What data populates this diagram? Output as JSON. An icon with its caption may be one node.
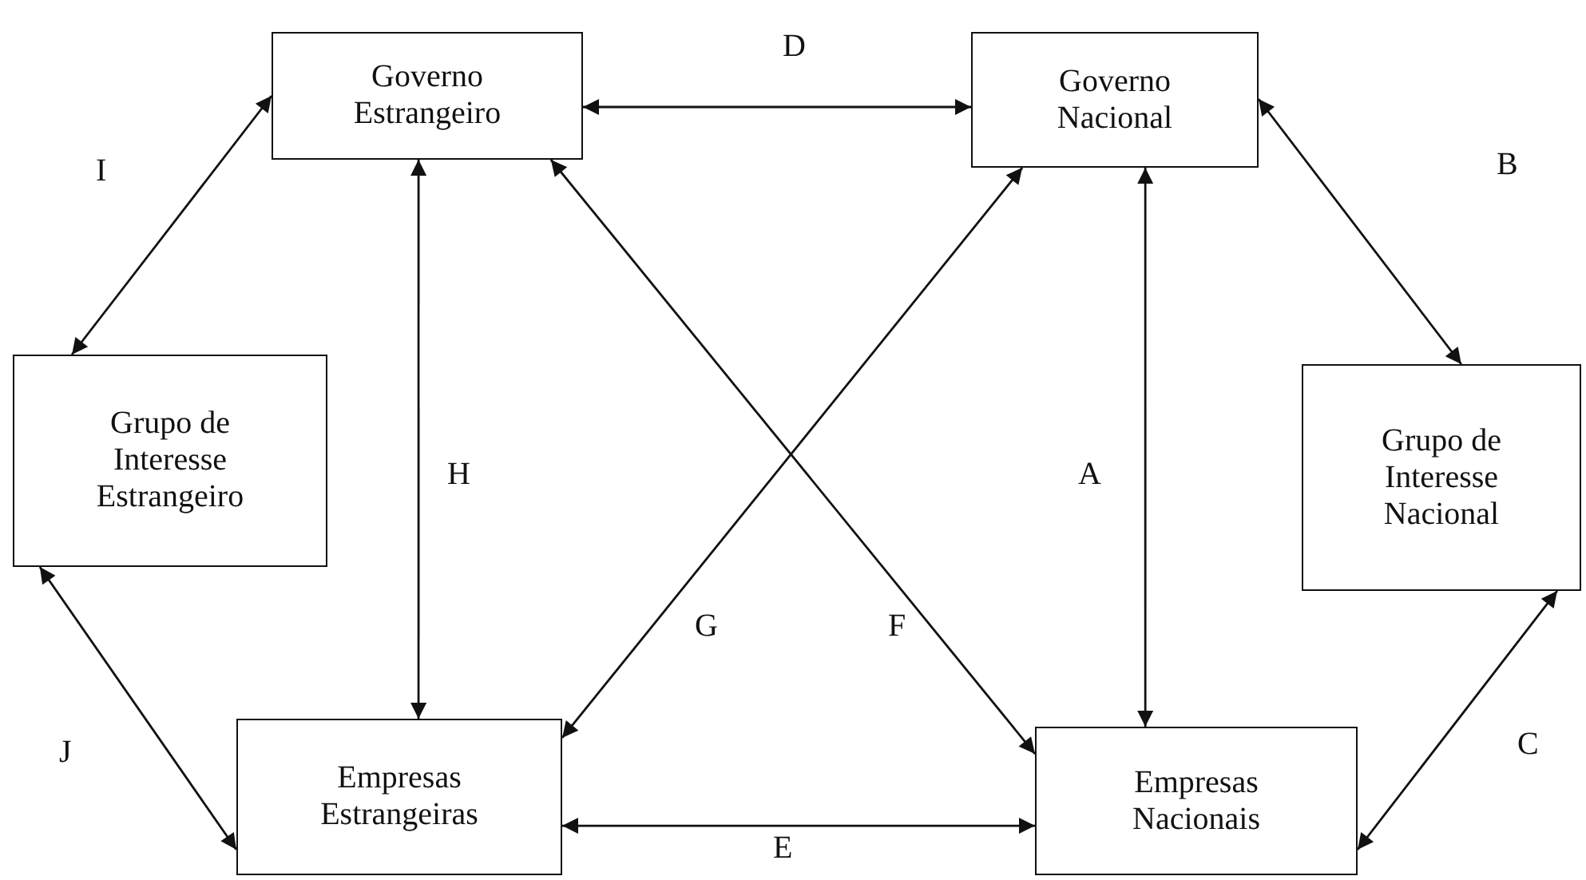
{
  "diagram": {
    "nodes": [
      {
        "text": [
          "Governo Estrangeiro"
        ]
      },
      {
        "text": [
          "Governo Nacional"
        ]
      },
      {
        "text": [
          "Grupo de Interesse Estrangeiro"
        ]
      },
      {
        "text": [
          "Grupo de Interesse Nacional"
        ]
      },
      {
        "text": [
          "Empresas Estrangeiras"
        ]
      },
      {
        "text": [
          "Empresas Nacionais"
        ]
      }
    ],
    "edges": [
      {
        "from": 0,
        "to": 1,
        "arrow": "both",
        "label": "D"
      },
      {
        "from": 1,
        "to": 3,
        "arrow": "both",
        "label": "B"
      },
      {
        "from": 0,
        "to": 2,
        "arrow": "both",
        "label": "I"
      },
      {
        "from": 0,
        "to": 4,
        "arrow": "both",
        "label": "H"
      },
      {
        "from": 1,
        "to": 5,
        "arrow": "both",
        "label": "A"
      },
      {
        "from": 1,
        "to": 4,
        "arrow": "both",
        "label": "G"
      },
      {
        "from": 0,
        "to": 5,
        "arrow": "both",
        "label": "F"
      },
      {
        "from": 2,
        "to": 4,
        "arrow": "both",
        "label": "J"
      },
      {
        "from": 3,
        "to": 5,
        "arrow": "both",
        "label": "C"
      },
      {
        "from": 4,
        "to": 5,
        "arrow": "both",
        "label": "E"
      }
    ]
  }
}
